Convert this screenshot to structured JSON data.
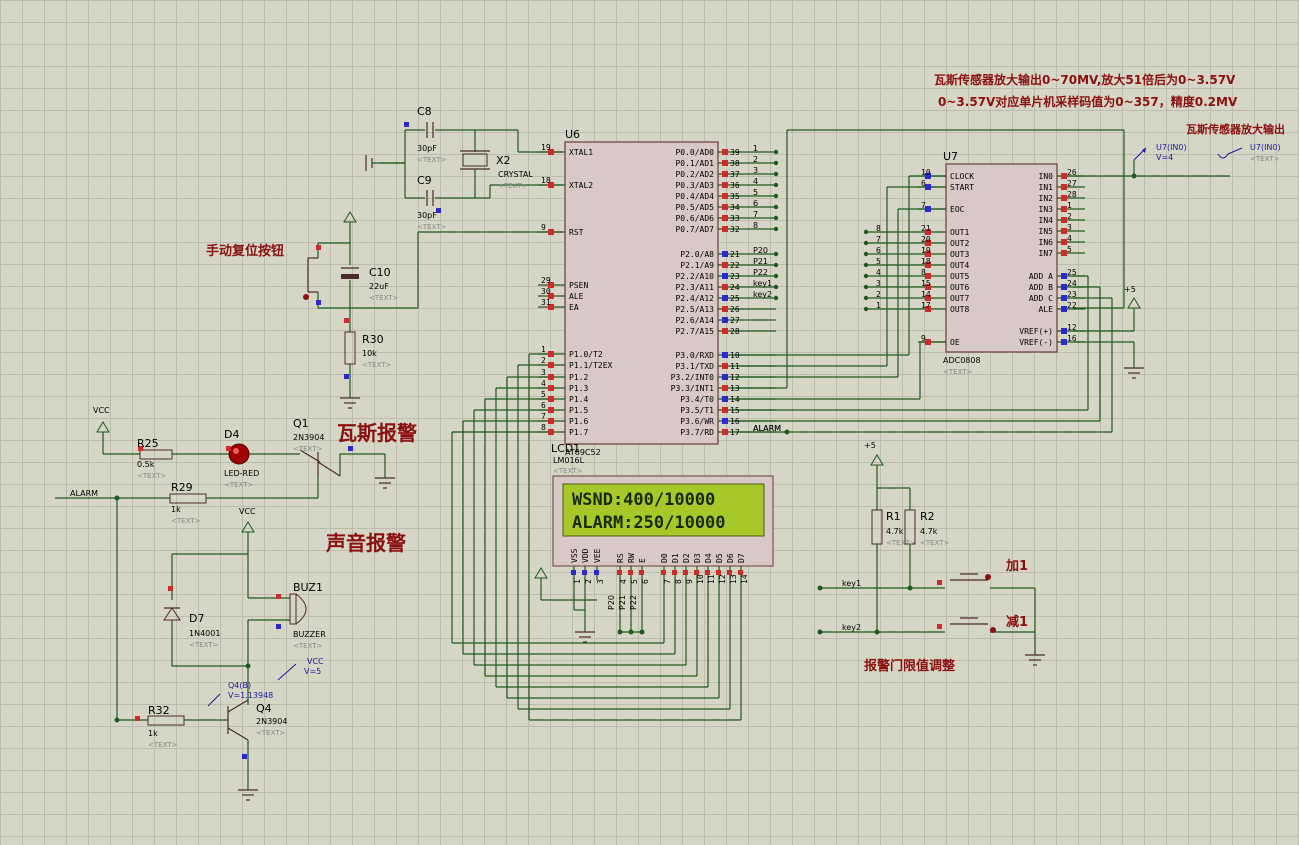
{
  "notes": {
    "line1": "瓦斯传感器放大输出0~70MV,放大51倍后为0~3.57V",
    "line2": "0~3.57V对应单片机采样码值为0~357，精度0.2MV",
    "sensor_out": "瓦斯传感器放大输出",
    "reset_btn": "手动复位按钮",
    "gas_alarm": "瓦斯报警",
    "sound_alarm": "声音报警",
    "threshold": "报警门限值调整",
    "plus1": "加1",
    "minus1": "减1"
  },
  "u6": {
    "ref": "U6",
    "part": "AT89C52",
    "left_pins": [
      {
        "num": "19",
        "name": "XTAL1"
      },
      {
        "num": "18",
        "name": "XTAL2"
      },
      {
        "num": "9",
        "name": "RST"
      },
      {
        "num": "29",
        "name": "PSEN"
      },
      {
        "num": "30",
        "name": "ALE"
      },
      {
        "num": "31",
        "name": "EA"
      },
      {
        "num": "1",
        "name": "P1.0/T2"
      },
      {
        "num": "2",
        "name": "P1.1/T2EX"
      },
      {
        "num": "3",
        "name": "P1.2"
      },
      {
        "num": "4",
        "name": "P1.3"
      },
      {
        "num": "5",
        "name": "P1.4"
      },
      {
        "num": "6",
        "name": "P1.5"
      },
      {
        "num": "7",
        "name": "P1.6"
      },
      {
        "num": "8",
        "name": "P1.7"
      }
    ],
    "right_pins": [
      {
        "num": "39",
        "name": "P0.0/AD0",
        "net": "1"
      },
      {
        "num": "38",
        "name": "P0.1/AD1",
        "net": "2"
      },
      {
        "num": "37",
        "name": "P0.2/AD2",
        "net": "3"
      },
      {
        "num": "36",
        "name": "P0.3/AD3",
        "net": "4"
      },
      {
        "num": "35",
        "name": "P0.4/AD4",
        "net": "5"
      },
      {
        "num": "34",
        "name": "P0.5/AD5",
        "net": "6"
      },
      {
        "num": "33",
        "name": "P0.6/AD6",
        "net": "7"
      },
      {
        "num": "32",
        "name": "P0.7/AD7",
        "net": "8"
      },
      {
        "num": "21",
        "name": "P2.0/A8",
        "net": "P20"
      },
      {
        "num": "22",
        "name": "P2.1/A9",
        "net": "P21"
      },
      {
        "num": "23",
        "name": "P2.2/A10",
        "net": "P22"
      },
      {
        "num": "24",
        "name": "P2.3/A11",
        "net": "key1"
      },
      {
        "num": "25",
        "name": "P2.4/A12",
        "net": "key2"
      },
      {
        "num": "26",
        "name": "P2.5/A13",
        "net": ""
      },
      {
        "num": "27",
        "name": "P2.6/A14",
        "net": ""
      },
      {
        "num": "28",
        "name": "P2.7/A15",
        "net": ""
      },
      {
        "num": "10",
        "name": "P3.0/RXD",
        "net": ""
      },
      {
        "num": "11",
        "name": "P3.1/TXD",
        "net": ""
      },
      {
        "num": "12",
        "name": "P3.2/INT0",
        "net": ""
      },
      {
        "num": "13",
        "name": "P3.3/INT1",
        "net": ""
      },
      {
        "num": "14",
        "name": "P3.4/T0",
        "net": ""
      },
      {
        "num": "15",
        "name": "P3.5/T1",
        "net": ""
      },
      {
        "num": "16",
        "name": "P3.6/WR",
        "net": ""
      },
      {
        "num": "17",
        "name": "P3.7/RD",
        "net": "ALARM"
      }
    ]
  },
  "u7": {
    "ref": "U7",
    "part": "ADC0808",
    "left_pins": [
      {
        "num": "10",
        "name": "CLOCK"
      },
      {
        "num": "6",
        "name": "START"
      },
      {
        "num": "7",
        "name": "EOC"
      },
      {
        "num": "21",
        "name": "OUT1",
        "net": "8"
      },
      {
        "num": "20",
        "name": "OUT2",
        "net": "7"
      },
      {
        "num": "19",
        "name": "OUT3",
        "net": "6"
      },
      {
        "num": "18",
        "name": "OUT4",
        "net": "5"
      },
      {
        "num": "8",
        "name": "OUT5",
        "net": "4"
      },
      {
        "num": "15",
        "name": "OUT6",
        "net": "3"
      },
      {
        "num": "14",
        "name": "OUT7",
        "net": "2"
      },
      {
        "num": "17",
        "name": "OUT8",
        "net": "1"
      },
      {
        "num": "9",
        "name": "OE"
      }
    ],
    "right_pins": [
      {
        "num": "26",
        "name": "IN0"
      },
      {
        "num": "27",
        "name": "IN1"
      },
      {
        "num": "28",
        "name": "IN2"
      },
      {
        "num": "1",
        "name": "IN3"
      },
      {
        "num": "2",
        "name": "IN4"
      },
      {
        "num": "3",
        "name": "IN5"
      },
      {
        "num": "4",
        "name": "IN6"
      },
      {
        "num": "5",
        "name": "IN7"
      },
      {
        "num": "25",
        "name": "ADD A"
      },
      {
        "num": "24",
        "name": "ADD B"
      },
      {
        "num": "23",
        "name": "ADD C"
      },
      {
        "num": "22",
        "name": "ALE"
      },
      {
        "num": "12",
        "name": "VREF(+)"
      },
      {
        "num": "16",
        "name": "VREF(-)"
      }
    ]
  },
  "lcd": {
    "ref": "LCD1",
    "part": "LM016L",
    "line1": "WSND:400/10000",
    "line2": "ALARM:250/10000",
    "pins": [
      {
        "name": "VSS",
        "num": "1"
      },
      {
        "name": "VDD",
        "num": "2"
      },
      {
        "name": "VEE",
        "num": "3"
      },
      {
        "name": "RS",
        "num": "4"
      },
      {
        "name": "RW",
        "num": "5"
      },
      {
        "name": "E",
        "num": "6"
      },
      {
        "name": "D0",
        "num": "7"
      },
      {
        "name": "D1",
        "num": "8"
      },
      {
        "name": "D2",
        "num": "9"
      },
      {
        "name": "D3",
        "num": "10"
      },
      {
        "name": "D4",
        "num": "11"
      },
      {
        "name": "D5",
        "num": "12"
      },
      {
        "name": "D6",
        "num": "13"
      },
      {
        "name": "D7",
        "num": "14"
      }
    ],
    "net_labels": [
      "P20",
      "P21",
      "P22"
    ]
  },
  "components": {
    "c8": {
      "ref": "C8",
      "val": "30pF"
    },
    "c9": {
      "ref": "C9",
      "val": "30pF"
    },
    "x2": {
      "ref": "X2",
      "val": "CRYSTAL"
    },
    "c10": {
      "ref": "C10",
      "val": "22uF"
    },
    "r30": {
      "ref": "R30",
      "val": "10k"
    },
    "r25": {
      "ref": "R25",
      "val": "0.5k"
    },
    "r29": {
      "ref": "R29",
      "val": "1k"
    },
    "r32": {
      "ref": "R32",
      "val": "1k"
    },
    "d4": {
      "ref": "D4",
      "val": "LED-RED"
    },
    "d7": {
      "ref": "D7",
      "val": "1N4001"
    },
    "q1": {
      "ref": "Q1",
      "val": "2N3904"
    },
    "q4": {
      "ref": "Q4",
      "val": "2N3904"
    },
    "buz": {
      "ref": "BUZ1",
      "val": "BUZZER"
    },
    "r1": {
      "ref": "R1",
      "val": "4.7k"
    },
    "r2": {
      "ref": "R2",
      "val": "4.7k"
    }
  },
  "labels": {
    "vcc": "VCC",
    "alarm": "ALARM",
    "plus5": "+5",
    "key1": "key1",
    "key2": "key2",
    "text_ph": "<TEXT>"
  },
  "probes": {
    "u7in0_a": "U7(IN0)",
    "u7in0_a_val": "V=4",
    "u7in0_b": "U7(IN0)",
    "q4b": "Q4(B)",
    "q4b_val": "V=1.13948",
    "vcc": "VCC",
    "vcc_val": "V=5"
  }
}
